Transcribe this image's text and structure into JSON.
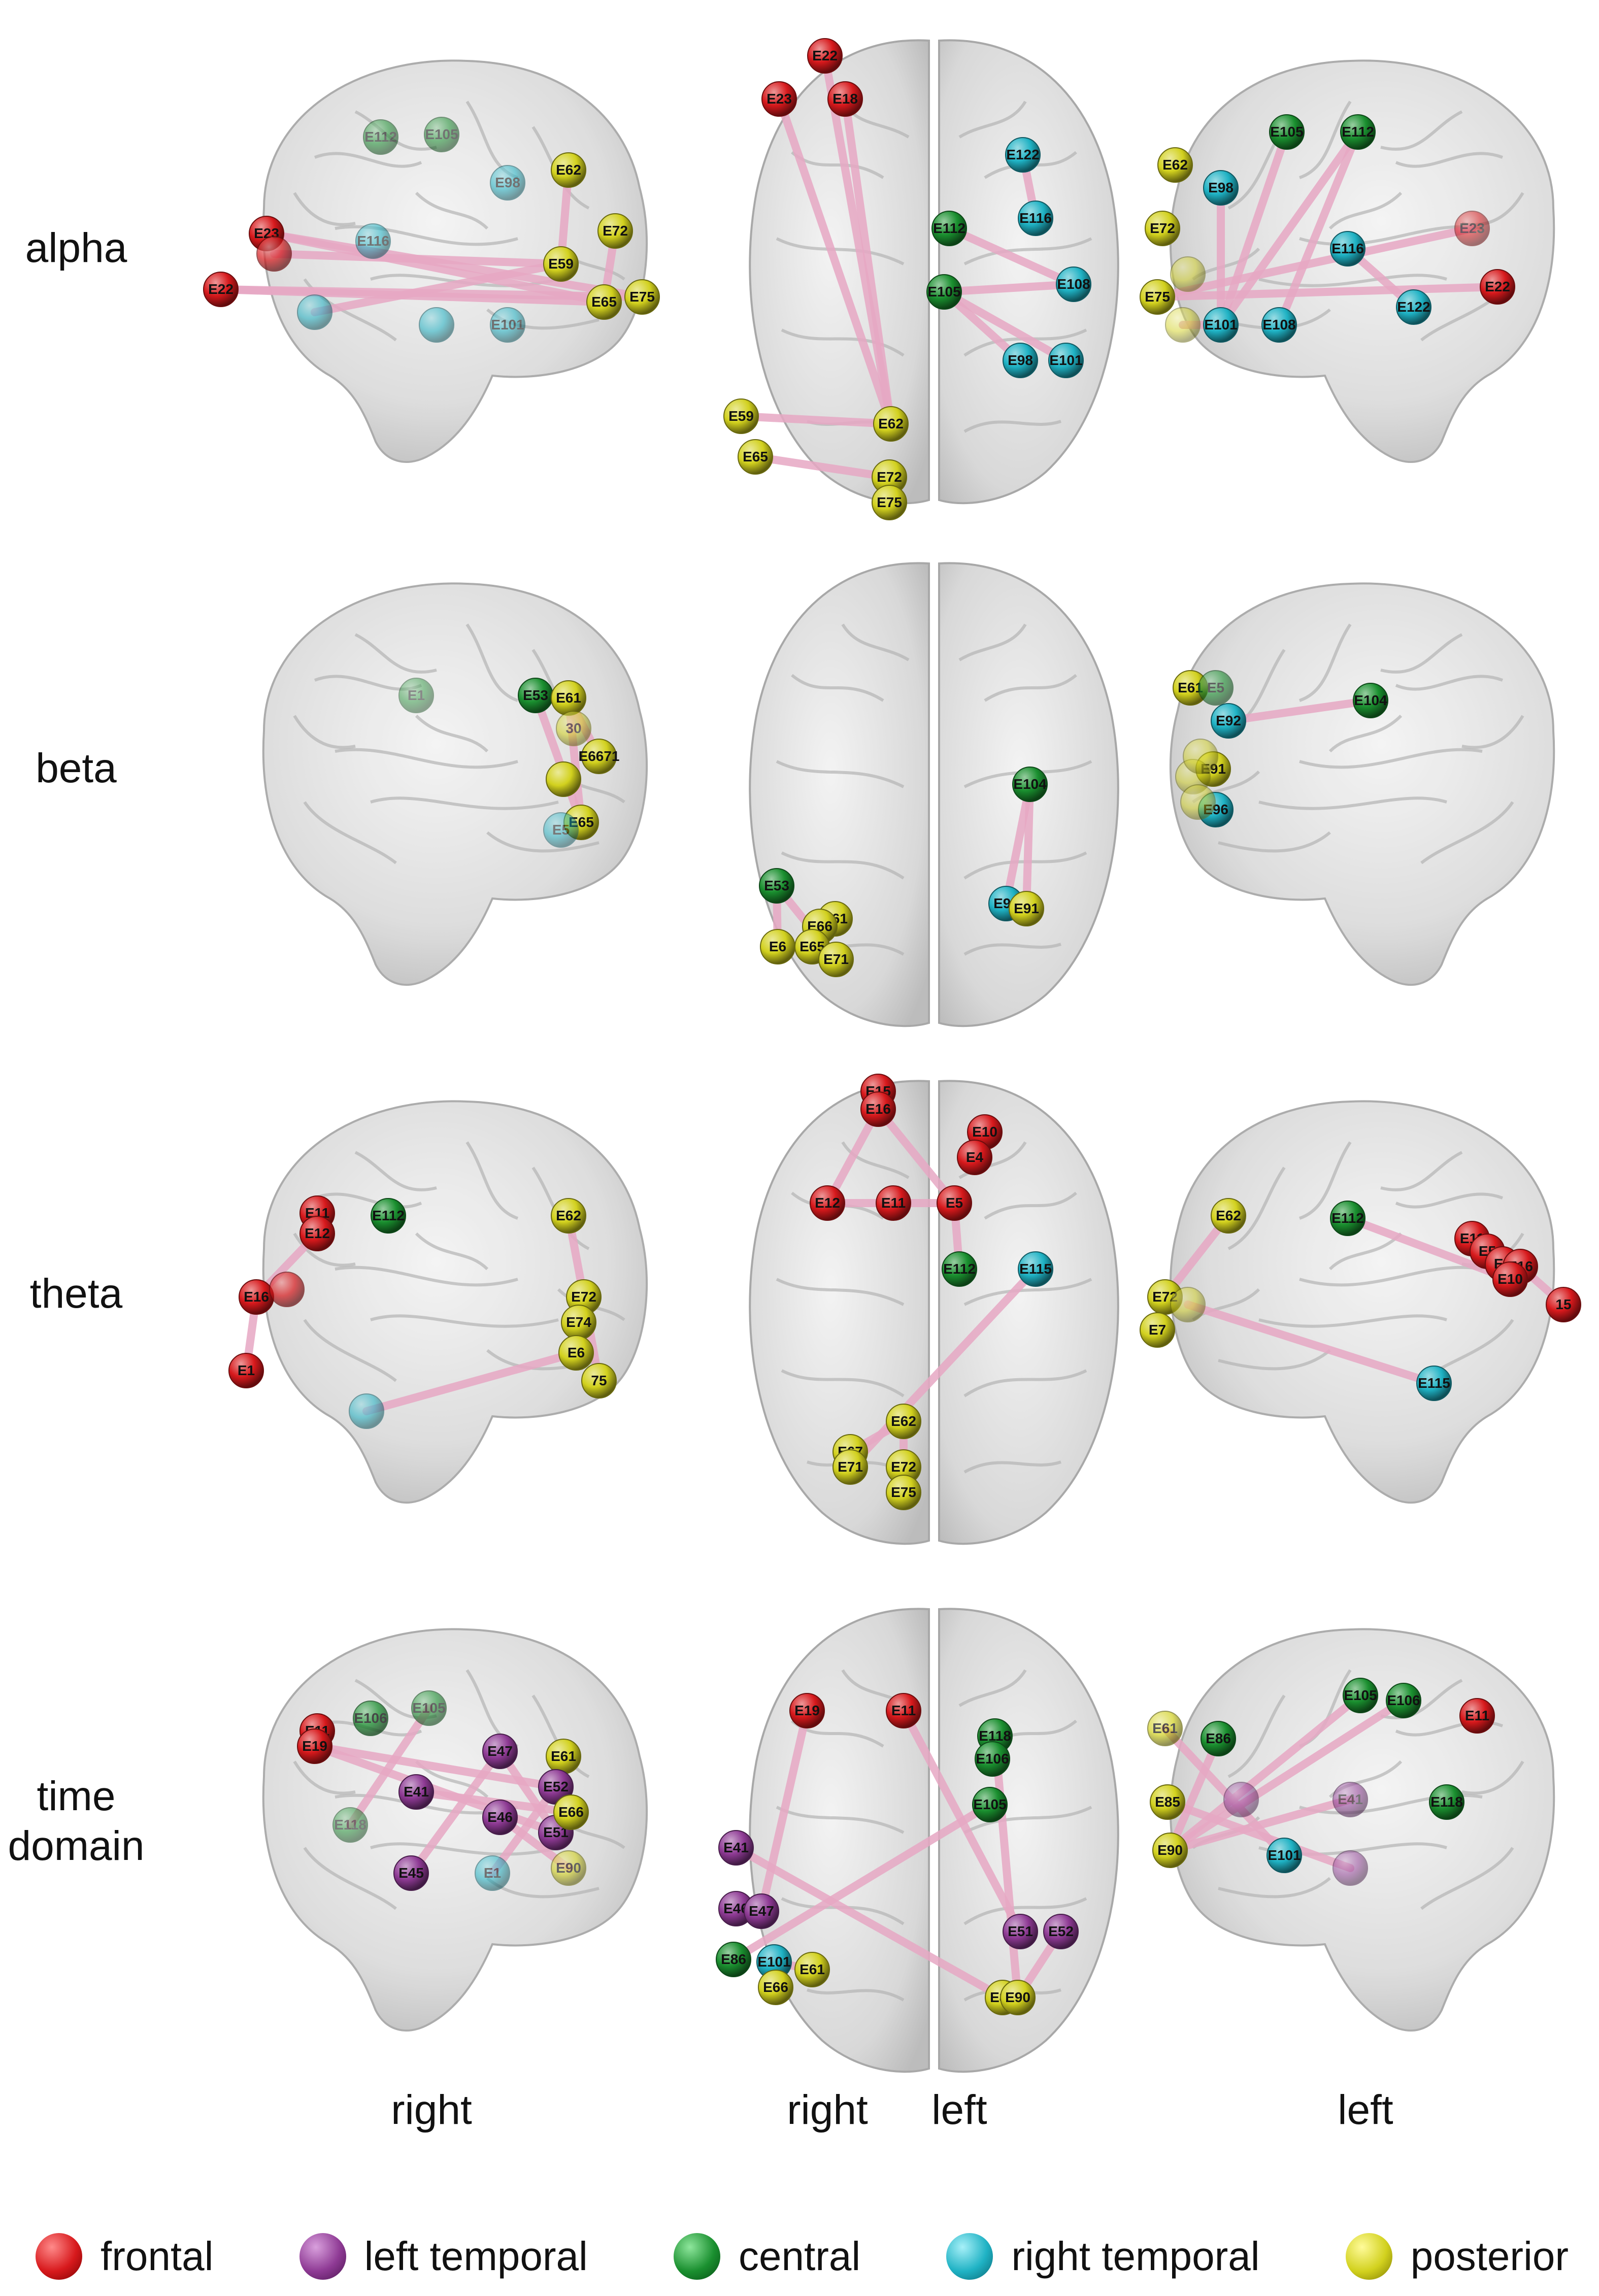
{
  "row_labels": [
    "alpha",
    "beta",
    "theta",
    "time\ndomain"
  ],
  "column_labels": {
    "right_lateral": "right",
    "top_right": "right",
    "top_left": "left",
    "left_lateral": "left"
  },
  "legend": [
    {
      "key": "F",
      "label": "frontal",
      "color": "#d7191c"
    },
    {
      "key": "L",
      "label": "left temporal",
      "color": "#8e3a94"
    },
    {
      "key": "C",
      "label": "central",
      "color": "#1a8f2f"
    },
    {
      "key": "R",
      "label": "right temporal",
      "color": "#1fb2c4"
    },
    {
      "key": "P",
      "label": "posterior",
      "color": "#d2d11e"
    }
  ],
  "panels": [
    {
      "row": 0,
      "col": 0,
      "nodes": [
        {
          "l": "E112",
          "g": "C",
          "o": 0.55
        },
        {
          "l": "E105",
          "g": "C",
          "o": 0.55
        },
        {
          "l": "E98",
          "g": "R",
          "o": 0.55
        },
        {
          "l": "E62",
          "g": "P"
        },
        {
          "l": "E72",
          "g": "P"
        },
        {
          "l": "E23",
          "g": "F"
        },
        {
          "l": "E22",
          "g": "F"
        },
        {
          "l": "E116",
          "g": "R",
          "o": 0.55
        },
        {
          "l": "E59",
          "g": "P"
        },
        {
          "l": "E65",
          "g": "P"
        },
        {
          "l": "E75",
          "g": "P"
        },
        {
          "l": "",
          "g": "R",
          "o": 0.55
        },
        {
          "l": "",
          "g": "R",
          "o": 0.55
        },
        {
          "l": "E101",
          "g": "R",
          "o": 0.55
        },
        {
          "l": "",
          "g": "F",
          "o": 0.7
        }
      ],
      "edges": [
        [
          5,
          9
        ],
        [
          5,
          10
        ],
        [
          6,
          9
        ],
        [
          14,
          8
        ],
        [
          6,
          10
        ],
        [
          3,
          8
        ],
        [
          4,
          9
        ],
        [
          11,
          8
        ]
      ]
    },
    {
      "row": 0,
      "col": 1,
      "nodes": [
        {
          "l": "E22",
          "g": "F"
        },
        {
          "l": "E23",
          "g": "F"
        },
        {
          "l": "E18",
          "g": "F"
        },
        {
          "l": "E122",
          "g": "R"
        },
        {
          "l": "E112",
          "g": "C"
        },
        {
          "l": "E116",
          "g": "R"
        },
        {
          "l": "E105",
          "g": "C"
        },
        {
          "l": "E108",
          "g": "R"
        },
        {
          "l": "E98",
          "g": "R"
        },
        {
          "l": "E101",
          "g": "R"
        },
        {
          "l": "E59",
          "g": "P"
        },
        {
          "l": "E62",
          "g": "P"
        },
        {
          "l": "E65",
          "g": "P"
        },
        {
          "l": "E72",
          "g": "P"
        },
        {
          "l": "E75",
          "g": "P"
        }
      ],
      "edges": [
        [
          0,
          11
        ],
        [
          1,
          11
        ],
        [
          2,
          11
        ],
        [
          3,
          5
        ],
        [
          4,
          7
        ],
        [
          6,
          7
        ],
        [
          6,
          9
        ],
        [
          8,
          6
        ],
        [
          10,
          11
        ],
        [
          12,
          13
        ]
      ]
    },
    {
      "row": 0,
      "col": 2,
      "nodes": [
        {
          "l": "E62",
          "g": "P"
        },
        {
          "l": "E98",
          "g": "R"
        },
        {
          "l": "E105",
          "g": "C"
        },
        {
          "l": "E112",
          "g": "C"
        },
        {
          "l": "E72",
          "g": "P"
        },
        {
          "l": "E116",
          "g": "R"
        },
        {
          "l": "E23",
          "g": "F",
          "o": 0.55
        },
        {
          "l": "E22",
          "g": "F"
        },
        {
          "l": "E75",
          "g": "P"
        },
        {
          "l": "E101",
          "g": "R"
        },
        {
          "l": "E108",
          "g": "R"
        },
        {
          "l": "E122",
          "g": "R"
        },
        {
          "l": "",
          "g": "P",
          "o": 0.5
        },
        {
          "l": "",
          "g": "P",
          "o": 0.5
        }
      ],
      "edges": [
        [
          8,
          6
        ],
        [
          8,
          7
        ],
        [
          9,
          2
        ],
        [
          9,
          3
        ],
        [
          10,
          3
        ],
        [
          1,
          9
        ],
        [
          5,
          11
        ],
        [
          13,
          9
        ]
      ]
    },
    {
      "row": 1,
      "col": 0,
      "nodes": [
        {
          "l": "E1",
          "g": "C",
          "o": 0.45
        },
        {
          "l": "E53",
          "g": "C"
        },
        {
          "l": "E61",
          "g": "P"
        },
        {
          "l": "30",
          "g": "P",
          "o": 0.55
        },
        {
          "l": "E6671",
          "g": "P"
        },
        {
          "l": "",
          "g": "P"
        },
        {
          "l": "E65",
          "g": "P"
        },
        {
          "l": "E5",
          "g": "R",
          "o": 0.5
        }
      ],
      "edges": [
        [
          1,
          6
        ],
        [
          2,
          4
        ],
        [
          2,
          6
        ]
      ]
    },
    {
      "row": 1,
      "col": 1,
      "nodes": [
        {
          "l": "E104",
          "g": "C"
        },
        {
          "l": "E92",
          "g": "R"
        },
        {
          "l": "E91",
          "g": "P"
        },
        {
          "l": "E53",
          "g": "C"
        },
        {
          "l": "E61",
          "g": "P"
        },
        {
          "l": "E66",
          "g": "P"
        },
        {
          "l": "E6",
          "g": "P"
        },
        {
          "l": "E65",
          "g": "P"
        },
        {
          "l": "E71",
          "g": "P"
        }
      ],
      "edges": [
        [
          0,
          1
        ],
        [
          0,
          2
        ],
        [
          3,
          6
        ],
        [
          3,
          8
        ]
      ]
    },
    {
      "row": 1,
      "col": 2,
      "nodes": [
        {
          "l": "E61",
          "g": "P"
        },
        {
          "l": "E5",
          "g": "C",
          "o": 0.6
        },
        {
          "l": "E92",
          "g": "R"
        },
        {
          "l": "E104",
          "g": "C"
        },
        {
          "l": "E91",
          "g": "P"
        },
        {
          "l": "",
          "g": "P",
          "o": 0.5
        },
        {
          "l": "E96",
          "g": "R"
        },
        {
          "l": "",
          "g": "P",
          "o": 0.5
        },
        {
          "l": "",
          "g": "P",
          "o": 0.5
        }
      ],
      "edges": [
        [
          2,
          3
        ]
      ]
    },
    {
      "row": 2,
      "col": 0,
      "nodes": [
        {
          "l": "E11",
          "g": "F"
        },
        {
          "l": "E12",
          "g": "F"
        },
        {
          "l": "E112",
          "g": "C"
        },
        {
          "l": "E62",
          "g": "P"
        },
        {
          "l": "E16",
          "g": "F"
        },
        {
          "l": "",
          "g": "F",
          "o": 0.7
        },
        {
          "l": "E72",
          "g": "P"
        },
        {
          "l": "E74",
          "g": "P"
        },
        {
          "l": "E6",
          "g": "P"
        },
        {
          "l": "75",
          "g": "P"
        },
        {
          "l": "E1",
          "g": "F"
        },
        {
          "l": "",
          "g": "R",
          "o": 0.55
        }
      ],
      "edges": [
        [
          1,
          4
        ],
        [
          4,
          10
        ],
        [
          3,
          6
        ],
        [
          6,
          9
        ],
        [
          11,
          8
        ]
      ]
    },
    {
      "row": 2,
      "col": 1,
      "nodes": [
        {
          "l": "E15",
          "g": "F"
        },
        {
          "l": "E16",
          "g": "F"
        },
        {
          "l": "E10",
          "g": "F"
        },
        {
          "l": "E4",
          "g": "F"
        },
        {
          "l": "E12",
          "g": "F"
        },
        {
          "l": "E11",
          "g": "F"
        },
        {
          "l": "E5",
          "g": "F"
        },
        {
          "l": "E112",
          "g": "C"
        },
        {
          "l": "E115",
          "g": "R"
        },
        {
          "l": "E62",
          "g": "P"
        },
        {
          "l": "E67",
          "g": "P"
        },
        {
          "l": "E71",
          "g": "P"
        },
        {
          "l": "E72",
          "g": "P"
        },
        {
          "l": "E75",
          "g": "P"
        }
      ],
      "edges": [
        [
          0,
          1
        ],
        [
          1,
          4
        ],
        [
          1,
          6
        ],
        [
          2,
          3
        ],
        [
          4,
          5
        ],
        [
          5,
          6
        ],
        [
          6,
          7
        ],
        [
          8,
          11
        ],
        [
          9,
          12
        ],
        [
          9,
          10
        ]
      ]
    },
    {
      "row": 2,
      "col": 2,
      "nodes": [
        {
          "l": "E112",
          "g": "C"
        },
        {
          "l": "E62",
          "g": "P"
        },
        {
          "l": "E11",
          "g": "F"
        },
        {
          "l": "E5",
          "g": "F"
        },
        {
          "l": "E4",
          "g": "F"
        },
        {
          "l": "E16",
          "g": "F"
        },
        {
          "l": "E10",
          "g": "F"
        },
        {
          "l": "15",
          "g": "F"
        },
        {
          "l": "E72",
          "g": "P"
        },
        {
          "l": "E7",
          "g": "P"
        },
        {
          "l": "",
          "g": "P",
          "o": 0.5
        },
        {
          "l": "E115",
          "g": "R"
        }
      ],
      "edges": [
        [
          0,
          6
        ],
        [
          2,
          4
        ],
        [
          5,
          7
        ],
        [
          10,
          11
        ],
        [
          1,
          8
        ]
      ]
    },
    {
      "row": 3,
      "col": 0,
      "nodes": [
        {
          "l": "E11",
          "g": "F"
        },
        {
          "l": "E19",
          "g": "F"
        },
        {
          "l": "E106",
          "g": "C",
          "o": 0.75
        },
        {
          "l": "E105",
          "g": "C",
          "o": 0.6
        },
        {
          "l": "E47",
          "g": "L"
        },
        {
          "l": "E61",
          "g": "P"
        },
        {
          "l": "E52",
          "g": "L"
        },
        {
          "l": "E41",
          "g": "L"
        },
        {
          "l": "E46",
          "g": "L"
        },
        {
          "l": "E51",
          "g": "L"
        },
        {
          "l": "E66",
          "g": "P"
        },
        {
          "l": "E118",
          "g": "C",
          "o": 0.5
        },
        {
          "l": "E45",
          "g": "L"
        },
        {
          "l": "E1",
          "g": "R",
          "o": 0.55
        },
        {
          "l": "E90",
          "g": "P",
          "o": 0.6
        }
      ],
      "edges": [
        [
          1,
          9
        ],
        [
          1,
          6
        ],
        [
          4,
          12
        ],
        [
          7,
          10
        ],
        [
          8,
          14
        ],
        [
          3,
          11
        ],
        [
          4,
          9
        ],
        [
          6,
          13
        ]
      ]
    },
    {
      "row": 3,
      "col": 1,
      "nodes": [
        {
          "l": "E19",
          "g": "F"
        },
        {
          "l": "E11",
          "g": "F"
        },
        {
          "l": "E118",
          "g": "C"
        },
        {
          "l": "E106",
          "g": "C"
        },
        {
          "l": "E105",
          "g": "C"
        },
        {
          "l": "E41",
          "g": "L"
        },
        {
          "l": "E46",
          "g": "L"
        },
        {
          "l": "E47",
          "g": "L"
        },
        {
          "l": "E86",
          "g": "C"
        },
        {
          "l": "E101",
          "g": "R"
        },
        {
          "l": "E51",
          "g": "L"
        },
        {
          "l": "E52",
          "g": "L"
        },
        {
          "l": "E61",
          "g": "P"
        },
        {
          "l": "E66",
          "g": "P"
        },
        {
          "l": "E85",
          "g": "P"
        },
        {
          "l": "E90",
          "g": "P"
        }
      ],
      "edges": [
        [
          0,
          7
        ],
        [
          1,
          10
        ],
        [
          5,
          14
        ],
        [
          2,
          15
        ],
        [
          4,
          8
        ],
        [
          12,
          9
        ],
        [
          11,
          15
        ]
      ]
    },
    {
      "row": 3,
      "col": 2,
      "nodes": [
        {
          "l": "E105",
          "g": "C"
        },
        {
          "l": "E106",
          "g": "C"
        },
        {
          "l": "E11",
          "g": "F"
        },
        {
          "l": "E61",
          "g": "P",
          "o": 0.7
        },
        {
          "l": "E86",
          "g": "C"
        },
        {
          "l": "E85",
          "g": "P"
        },
        {
          "l": "",
          "g": "L",
          "o": 0.5
        },
        {
          "l": "E41",
          "g": "L",
          "o": 0.55
        },
        {
          "l": "E118",
          "g": "C"
        },
        {
          "l": "E90",
          "g": "P"
        },
        {
          "l": "E101",
          "g": "R"
        },
        {
          "l": "",
          "g": "L",
          "o": 0.5
        }
      ],
      "edges": [
        [
          9,
          0
        ],
        [
          9,
          1
        ],
        [
          5,
          11
        ],
        [
          3,
          10
        ],
        [
          4,
          9
        ],
        [
          7,
          9
        ]
      ]
    }
  ]
}
